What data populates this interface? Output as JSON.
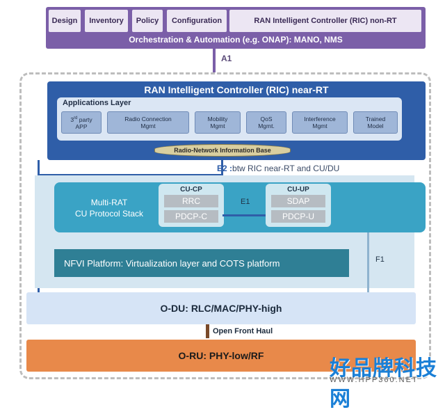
{
  "orchestration": {
    "chips": [
      "Design",
      "Inventory",
      "Policy",
      "Configuration",
      "RAN Intelligent Controller (RIC) non-RT"
    ],
    "title": "Orchestration & Automation (e.g. ONAP): MANO, NMS"
  },
  "a1": "A1",
  "ric_near_rt": {
    "title": "RAN Intelligent Controller (RIC) near-RT",
    "apps_layer": "Applications Layer",
    "apps": [
      {
        "line1": "3rd party",
        "line2": "APP"
      },
      {
        "line1": "Radio Connection",
        "line2": "Mgmt"
      },
      {
        "line1": "Mobility",
        "line2": "Mgmt"
      },
      {
        "line1": "QoS",
        "line2": "Mgmt."
      },
      {
        "line1": "Interference",
        "line2": "Mgmt"
      },
      {
        "line1": "Trained",
        "line2": "Model"
      }
    ],
    "rnib": "Radio-Network Information Base"
  },
  "e2": {
    "label": "E2 :",
    "rest": "btw RIC near-RT and CU/DU"
  },
  "cu": {
    "label_line1": "Multi-RAT",
    "label_line2": "CU Protocol Stack",
    "cp": {
      "title": "CU-CP",
      "cells": [
        "RRC",
        "PDCP-C"
      ]
    },
    "up": {
      "title": "CU-UP",
      "cells": [
        "SDAP",
        "PDCP-U"
      ]
    },
    "e1": "E1"
  },
  "nfvi": "NFVI Platform: Virtualization layer and COTS platform",
  "f1": "F1",
  "odu": "O-DU: RLC/MAC/PHY-high",
  "front_haul": "Open Front Haul",
  "oru": "O-RU: PHY-low/RF",
  "watermark": {
    "cn": "好品牌科技网",
    "url": "WWW.HPP360.NET"
  },
  "colors": {
    "orchestration": "#7b5fa8",
    "ric": "#2f5ea8",
    "cu": "#3aa3c5",
    "nfvi": "#2f7f95",
    "odu": "#d6e4f6",
    "oru": "#e8894a"
  }
}
